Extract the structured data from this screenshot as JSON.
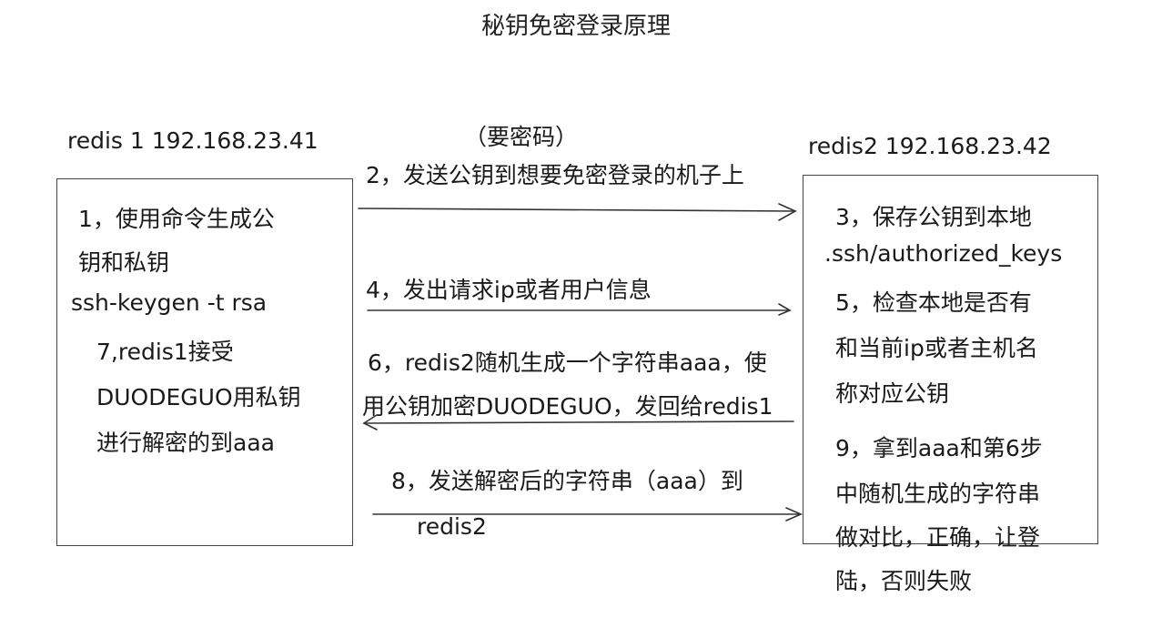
{
  "title": "秘钥免密登录原理",
  "left_host": "redis 1   192.168.23.41",
  "right_host": "redis2   192.168.23.42",
  "need_password": "（要密码）",
  "left_box": {
    "lines": [
      "1，使用命令生成公",
      "钥和私钥",
      "ssh-keygen -t  rsa",
      "7,redis1接受",
      "DUODEGUO用私钥",
      "进行解密的到aaa"
    ]
  },
  "right_box": {
    "lines": [
      "3，保存公钥到本地",
      ".ssh/authorized_keys",
      "5，检查本地是否有",
      "和当前ip或者主机名",
      "称对应公钥",
      "9，拿到aaa和第6步",
      "中随机生成的字符串",
      "做对比，正确，让登",
      "陆，否则失败"
    ]
  },
  "messages": {
    "m2": "2，发送公钥到想要免密登录的机子上",
    "m4": "4，发出请求ip或者用户信息",
    "m6_line1": "6，redis2随机生成一个字符串aaa，使",
    "m6_line2": "用公钥加密DUODEGUO，发回给redis1",
    "m8_line1": "8，发送解密后的字符串（aaa）到",
    "m8_line2": "redis2"
  }
}
